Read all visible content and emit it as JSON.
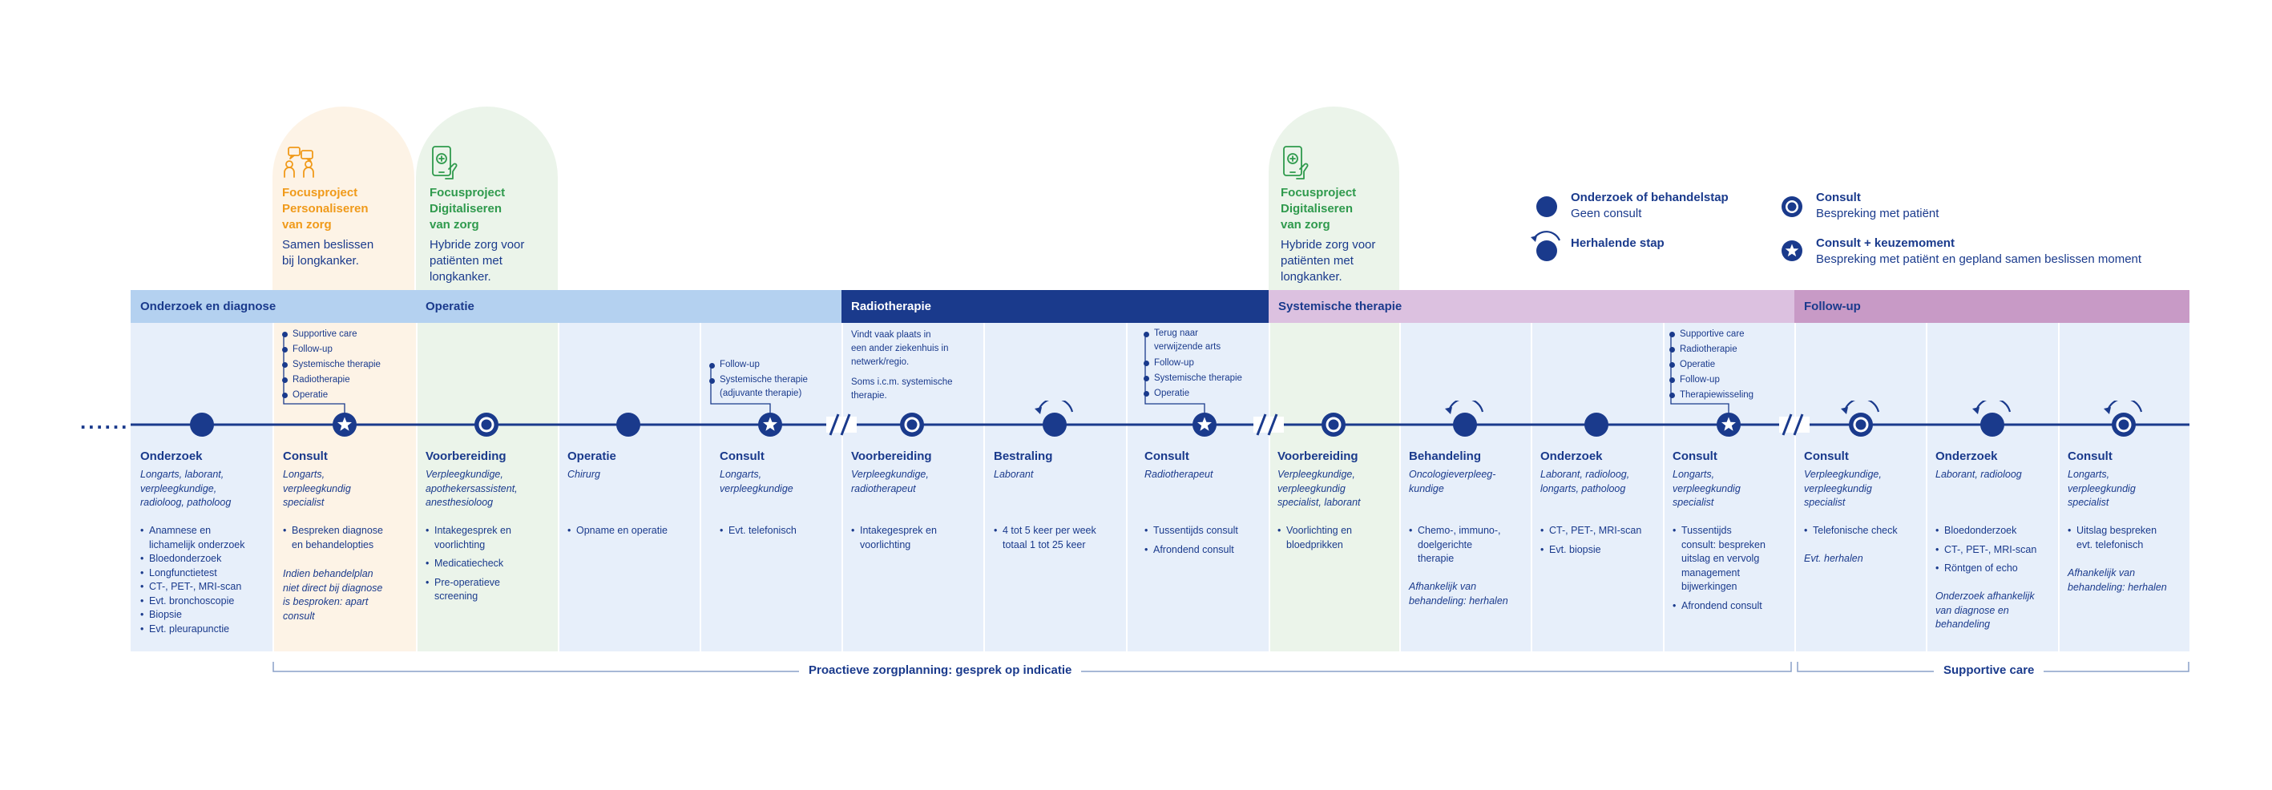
{
  "colors": {
    "navy": "#1a3a8c",
    "orange": "#f09a1a",
    "green": "#2f9a4d",
    "lightblue_band": "#b4d1f0",
    "darkblue_band": "#1a3a8c",
    "lilac_band": "#dcc1e0",
    "pink_band": "#c89ac6",
    "column_bg": "#e7effa",
    "orange_bg": "#fdf3e6",
    "green_bg": "#ebf4ea"
  },
  "focus": [
    {
      "title": "Focusproject\nPersonaliseren\nvan zorg",
      "desc": "Samen beslissen\nbij longkanker.",
      "icon": "people-chat-icon"
    },
    {
      "title": "Focusproject\nDigitaliseren\nvan zorg",
      "desc": "Hybride zorg voor\npatiënten met\nlongkanker.",
      "icon": "phone-medical-icon"
    },
    {
      "title": "Focusproject\nDigitaliseren\nvan zorg",
      "desc": "Hybride zorg voor\npatiënten met\nlongkanker.",
      "icon": "phone-medical-icon"
    }
  ],
  "legend": {
    "step_title": "Onderzoek of behandelstap",
    "step_sub": "Geen consult",
    "repeat_title": "Herhalende stap",
    "consult_title": "Consult",
    "consult_sub": "Bespreking met patiënt",
    "choice_title": "Consult + keuzemoment",
    "choice_sub": "Bespreking met patiënt en gepland samen beslissen moment"
  },
  "phases": [
    "Onderzoek en diagnose",
    "Operatie",
    "Radiotherapie",
    "Systemische therapie",
    "Follow-up"
  ],
  "timeline_dots": "......",
  "columns": [
    {
      "title": "Onderzoek",
      "role": "Longarts, laborant,\nverpleegkundige,\nradioloog, patholoog",
      "items": [
        "Anamnese en\nlichamelijk onderzoek",
        "Bloedonderzoek",
        "Longfunctietest",
        "CT-, PET-, MRI-scan",
        "Evt. bronchoscopie",
        "Biopsie",
        "Evt. pleurapunctie"
      ]
    },
    {
      "title": "Consult",
      "role": "Longarts,\nverpleegkundig\nspecialist",
      "items": [
        "Bespreken diagnose\nen behandelopties"
      ],
      "note": "Indien behandelplan\nniet direct bij diagnose\nis besproken: apart\nconsult",
      "annotations": [
        "Supportive care",
        "Follow-up",
        "Systemische therapie",
        "Radiotherapie",
        "Operatie"
      ]
    },
    {
      "title": "Voorbereiding",
      "role": "Verpleegkundige,\napothekersassistent,\nanesthesioloog",
      "items": [
        "Intakegesprek en\nvoorlichting",
        "Medicatiecheck",
        "Pre-operatieve\nscreening"
      ]
    },
    {
      "title": "Operatie",
      "role": "Chirurg",
      "items": [
        "Opname en operatie"
      ]
    },
    {
      "title": "Consult",
      "role": "Longarts,\nverpleegkundige",
      "items": [
        "Evt. telefonisch"
      ],
      "annotations": [
        "Follow-up",
        "Systemische therapie\n(adjuvante therapie)"
      ]
    },
    {
      "title": "Voorbereiding",
      "role": "Verpleegkundige,\nradiotherapeut",
      "items": [
        "Intakegesprek en\nvoorlichting"
      ],
      "top_note_1": "Vindt vaak plaats in\neen ander ziekenhuis in\nnetwerk/regio.",
      "top_note_2": "Soms i.c.m. systemische\ntherapie."
    },
    {
      "title": "Bestraling",
      "role": "Laborant",
      "items": [
        "4 tot 5 keer per week\ntotaal 1 tot 25 keer"
      ]
    },
    {
      "title": "Consult",
      "role": "Radiotherapeut",
      "items": [
        "Tussentijds consult",
        "Afrondend consult"
      ],
      "annotations": [
        "Terug naar\nverwijzende arts",
        "Follow-up",
        "Systemische therapie",
        "Operatie"
      ]
    },
    {
      "title": "Voorbereiding",
      "role": "Verpleegkundige,\nverpleegkundig\nspecialist, laborant",
      "items": [
        "Voorlichting en\nbloedprikken"
      ]
    },
    {
      "title": "Behandeling",
      "role": "Oncologieverpleeg-\nkundige",
      "items": [
        "Chemo-, immuno-,\ndoelgerichte\ntherapie"
      ],
      "note": "Afhankelijk van\nbehandeling: herhalen"
    },
    {
      "title": "Onderzoek",
      "role": "Laborant, radioloog,\nlongarts, patholoog",
      "items": [
        "CT-, PET-, MRI-scan",
        "Evt. biopsie"
      ]
    },
    {
      "title": "Consult",
      "role": "Longarts,\nverpleegkundig\nspecialist",
      "items": [
        "Tussentijds\nconsult: bespreken\nuitslag en vervolg\nmanagement\nbijwerkingen",
        "Afrondend consult"
      ],
      "annotations": [
        "Supportive care",
        "Radiotherapie",
        "Operatie",
        "Follow-up",
        "Therapiewisseling"
      ]
    },
    {
      "title": "Consult",
      "role": "Verpleegkundige,\nverpleegkundig\nspecialist",
      "items": [
        "Telefonische check"
      ],
      "note": "Evt. herhalen"
    },
    {
      "title": "Onderzoek",
      "role": "Laborant, radioloog",
      "items": [
        "Bloedonderzoek",
        "CT-, PET-, MRI-scan",
        "Röntgen of echo"
      ],
      "note": "Onderzoek afhankelijk\nvan diagnose en\nbehandeling"
    },
    {
      "title": "Consult",
      "role": "Longarts,\nverpleegkundig\nspecialist",
      "items": [
        "Uitslag bespreken\nevt. telefonisch"
      ],
      "note": "Afhankelijk van\nbehandeling: herhalen"
    }
  ],
  "bottom": {
    "proactive": "Proactieve zorgplanning: gesprek op indicatie",
    "supportive": "Supportive care"
  }
}
